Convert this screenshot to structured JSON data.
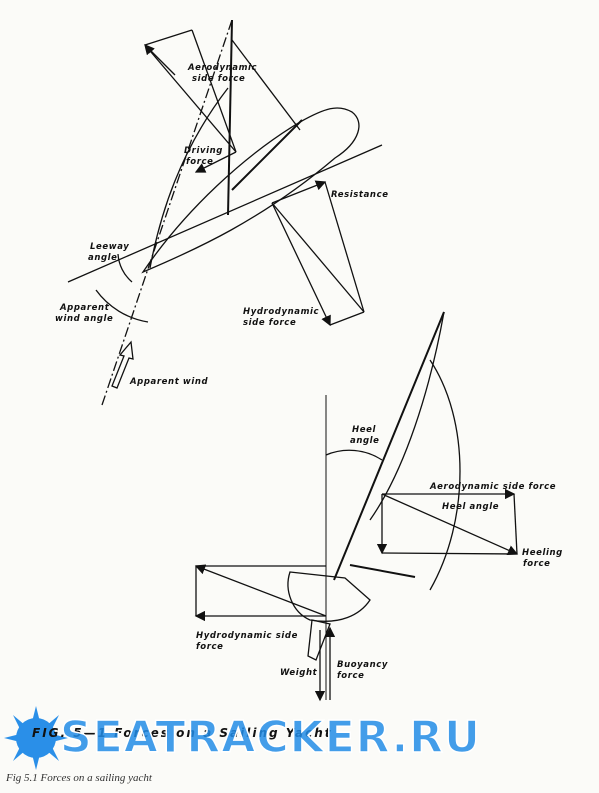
{
  "labels": {
    "aero_side_force_top": [
      "Aerodynamic",
      "side force"
    ],
    "driving_force": [
      "Driving",
      "force"
    ],
    "resistance": "Resistance",
    "leeway_angle": [
      "Leeway",
      "angle"
    ],
    "apparent_wind_angle": [
      "Apparent",
      "wind angle"
    ],
    "hydro_side_force_top": [
      "Hydrodynamic",
      "side force"
    ],
    "apparent_wind": "Apparent wind",
    "heel_angle_top": [
      "Heel",
      "angle"
    ],
    "aero_side_force_bottom": "Aerodynamic side force",
    "heel_angle_right": "Heel angle",
    "heeling_force": [
      "Heeling",
      "force"
    ],
    "hydro_side_force_bottom": [
      "Hydrodynamic side",
      "force"
    ],
    "weight": "Weight",
    "buoyancy_force": [
      "Buoyancy",
      "force"
    ]
  },
  "figure_title": "FIG. 5—1  Forces on a Sailing Yacht",
  "watermark": "SEATRACKER.RU",
  "caption": "Fig 5.1 Forces on a sailing yacht",
  "colors": {
    "ink": "#111111",
    "watermark": "#228ce6"
  }
}
